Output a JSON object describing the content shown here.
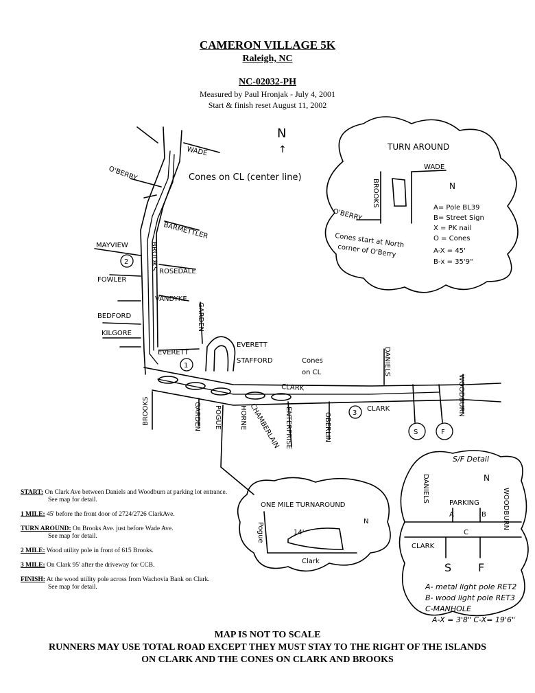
{
  "header": {
    "title": "CAMERON VILLAGE 5K",
    "city": "Raleigh, NC",
    "cert": "NC-02032-PH",
    "measured": "Measured by Paul Hronjak - July 4, 2001",
    "reset": "Start & finish reset August 11, 2002"
  },
  "map": {
    "streets": {
      "wade": "WADE",
      "oberry": "O'BERRY",
      "barmettler": "BARMETTLER",
      "mayview": "MAYVIEW",
      "fowler": "FOWLER",
      "brooks_v": "BROOKS",
      "rosedale": "ROSEDALE",
      "vandyke": "VANDYKE",
      "bedford": "BEDFORD",
      "kilgore": "KILGORE",
      "garden_v": "GARDEN",
      "everett": "EVERETT",
      "everett2": "EVERETT",
      "stafford": "STAFFORD",
      "daniels": "DANIELS",
      "clark": "CLARK",
      "clark2": "CLARK",
      "woodburn": "WOODBURN",
      "brooks_s": "BROOKS",
      "garden_s": "GARDEN",
      "pogue": "POGUE",
      "horne": "HORNE",
      "chamberlain": "CHAMBERLAIN",
      "enterprise": "ENTERPRISE",
      "oberlin": "OBERLIN",
      "pogue2": "Pogue",
      "clark_turn": "Clark",
      "daniels2": "DANIELS",
      "clark_detail": "CLARK",
      "woodburn2": "WOODBURN"
    },
    "annotations": {
      "north": "N",
      "cones_cl": "Cones on CL (center line)",
      "cones_on_cl": "Cones",
      "cones_on_cl2": "on CL",
      "marker1": "1",
      "marker2": "2",
      "marker3": "3",
      "marker_s": "S",
      "marker_f": "F"
    },
    "turnaround": {
      "title": "TURN AROUND",
      "wade": "WADE",
      "brooks": "BROOKS",
      "oberry": "O'BERRY",
      "north": "N",
      "key_a": "A= Pole BL39",
      "key_b": "B= Street Sign",
      "key_x": "X = PK nail",
      "key_o": "O = Cones",
      "ax": "A-X = 45'",
      "bx": "B-x = 35'9\"",
      "cones1": "Cones start at North",
      "cones2": "corner of O'Berry"
    },
    "mile_turn": {
      "title": "ONE MILE TURNAROUND",
      "dist": "14'",
      "north": "N"
    },
    "sf_detail": {
      "title": "S/F Detail",
      "north": "N",
      "parking": "PARKING",
      "a": "A",
      "b": "B",
      "c": "C",
      "s": "S",
      "f": "F",
      "legend_a": "A- metal light pole RET2",
      "legend_b": "B- wood light pole RET3",
      "legend_c": "C-MANHOLE",
      "dists": "A-X = 3'8\"  C-X= 19'6\""
    }
  },
  "notes": {
    "start_label": "START:",
    "start_text": "On Clark Ave between Daniels and Woodburn at parking lot entrance.",
    "start_text2": "See map for detail.",
    "mile1_label": "1 MILE:",
    "mile1_text": "45' before the front door of 2724/2726 ClarkAve.",
    "turn_label": "TURN AROUND:",
    "turn_text": "On Brooks Ave. just before Wade Ave.",
    "turn_text2": "See map for detail.",
    "mile2_label": "2 MILE:",
    "mile2_text": "Wood utility pole in front of 615 Brooks.",
    "mile3_label": "3 MILE:",
    "mile3_text": "On Clark 95' after the driveway for CCB.",
    "finish_label": "FINISH:",
    "finish_text": "At the wood utility pole across from Wachovia Bank on Clark.",
    "finish_text2": "See map for detail."
  },
  "footer": {
    "not_to_scale": "MAP IS NOT TO SCALE",
    "rule1": "RUNNERS MAY USE TOTAL ROAD EXCEPT THEY MUST STAY TO THE RIGHT OF THE ISLANDS",
    "rule2": "ON CLARK AND THE CONES ON CLARK AND BROOKS"
  }
}
